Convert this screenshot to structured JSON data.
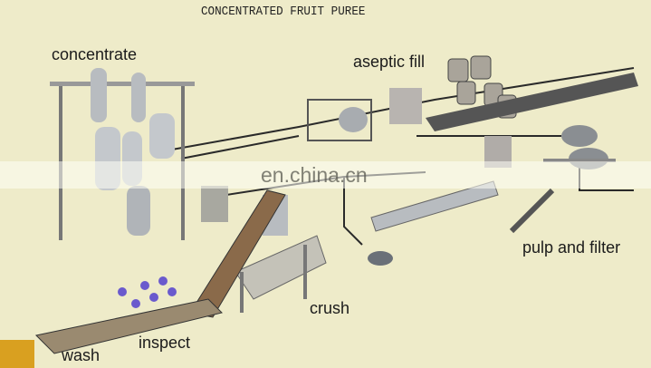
{
  "title": "CONCENTRATED FRUIT PUREE",
  "watermark": "en.china.cn",
  "stages": {
    "concentrate": "concentrate",
    "aseptic_fill": "aseptic fill",
    "pulp_and_filter": "pulp and filter",
    "crush": "crush",
    "inspect": "inspect",
    "wash": "wash"
  }
}
